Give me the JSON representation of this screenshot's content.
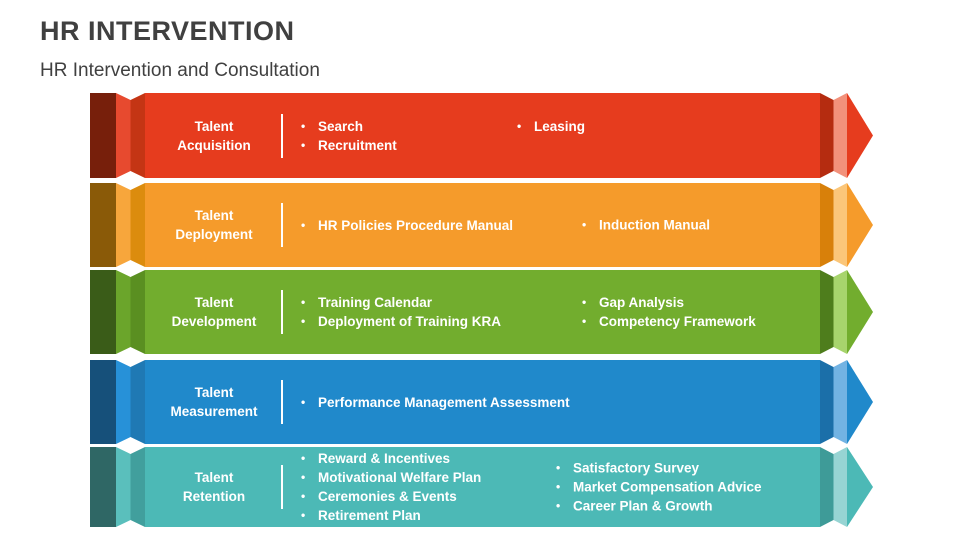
{
  "header": {
    "title": "HR INTERVENTION",
    "subtitle": "HR Intervention and Consultation",
    "text_color": "#404040"
  },
  "bands": [
    {
      "label_line1": "Talent",
      "label_line2": "Acquisition",
      "col1": [
        "Search",
        "Recruitment"
      ],
      "col2": [
        "Leasing"
      ],
      "colors": {
        "main": "#E63C1E",
        "left_block": "#771F0B",
        "fold_light": "#E74A2F",
        "fold_dark": "#C43514",
        "right_fold_dark": "#B52C10",
        "right_fold_light": "#F2917B"
      }
    },
    {
      "label_line1": "Talent",
      "label_line2": "Deployment",
      "col1": [
        "HR Policies Procedure Manual"
      ],
      "col2": [
        "Induction Manual"
      ],
      "colors": {
        "main": "#F59B2B",
        "left_block": "#8A5A08",
        "fold_light": "#F7A63C",
        "fold_dark": "#DC8C0E",
        "right_fold_dark": "#D8800A",
        "right_fold_light": "#FBC679"
      }
    },
    {
      "label_line1": "Talent",
      "label_line2": "Development",
      "col1": [
        "Training Calendar",
        "Deployment of Training KRA"
      ],
      "col2": [
        "Gap Analysis",
        "Competency Framework"
      ],
      "colors": {
        "main": "#72AD2E",
        "left_block": "#3A5C18",
        "fold_light": "#6BA52B",
        "fold_dark": "#5A8F21",
        "right_fold_dark": "#4E7D1C",
        "right_fold_light": "#A7D46D"
      }
    },
    {
      "label_line1": "Talent",
      "label_line2": "Measurement",
      "col1": [
        "Performance Management Assessment"
      ],
      "col2": [],
      "colors": {
        "main": "#2089CB",
        "left_block": "#16507A",
        "fold_light": "#2791D8",
        "fold_dark": "#1F79B4",
        "right_fold_dark": "#1B6FA9",
        "right_fold_light": "#72B3E3"
      }
    },
    {
      "label_line1": "Talent",
      "label_line2": "Retention",
      "col1": [
        "Reward & Incentives",
        "Motivational Welfare Plan",
        "Ceremonies & Events",
        "Retirement Plan"
      ],
      "col2": [
        "Satisfactory Survey",
        "Market Compensation Advice",
        "Career Plan & Growth"
      ],
      "colors": {
        "main": "#4CB9B6",
        "left_block": "#2F6765",
        "fold_light": "#5ABFBC",
        "fold_dark": "#419F9D",
        "right_fold_dark": "#3E9B98",
        "right_fold_light": "#97D4D3"
      }
    }
  ]
}
